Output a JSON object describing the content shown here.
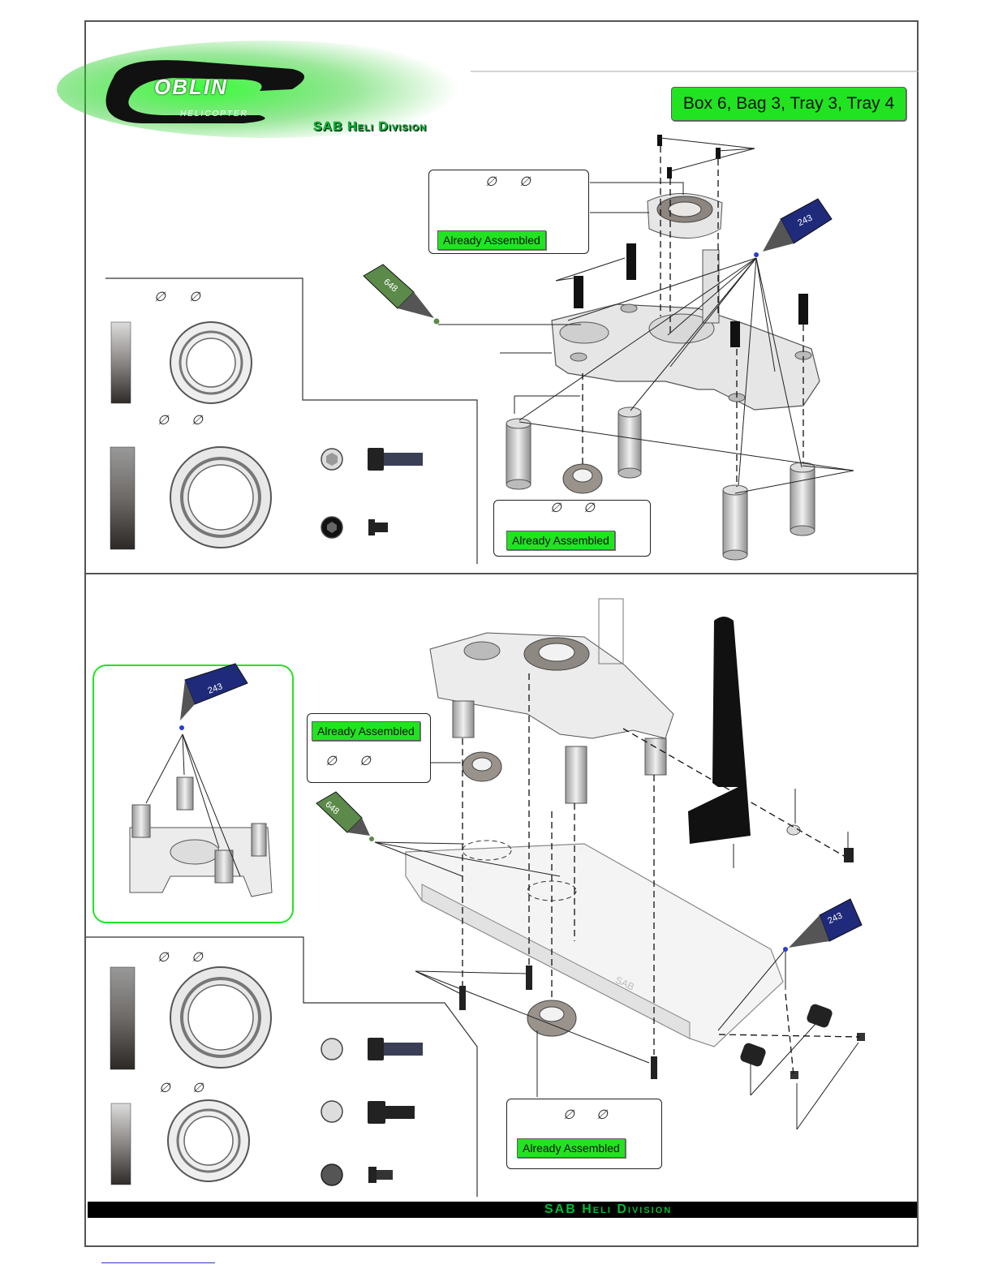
{
  "header": {
    "logo_word": "OBLIN",
    "logo_subword": "HELICOPTER",
    "logo_tagline": "SAB Heli Division",
    "box_label": "Box 6, Bag 3, Tray 3, Tray 4"
  },
  "symbols": {
    "diameter": "∅"
  },
  "callouts": {
    "already_assembled": "Already Assembled"
  },
  "threadlockers": {
    "blue": "243",
    "green": "648"
  },
  "frame_text": "SAB",
  "footer": {
    "tagline": "SAB Heli Division"
  },
  "colors": {
    "tag_green": "#22e322",
    "threadlock_blue": "#1f2a7a",
    "threadlock_green": "#5c8a4a",
    "outline_green": "#22e322"
  }
}
